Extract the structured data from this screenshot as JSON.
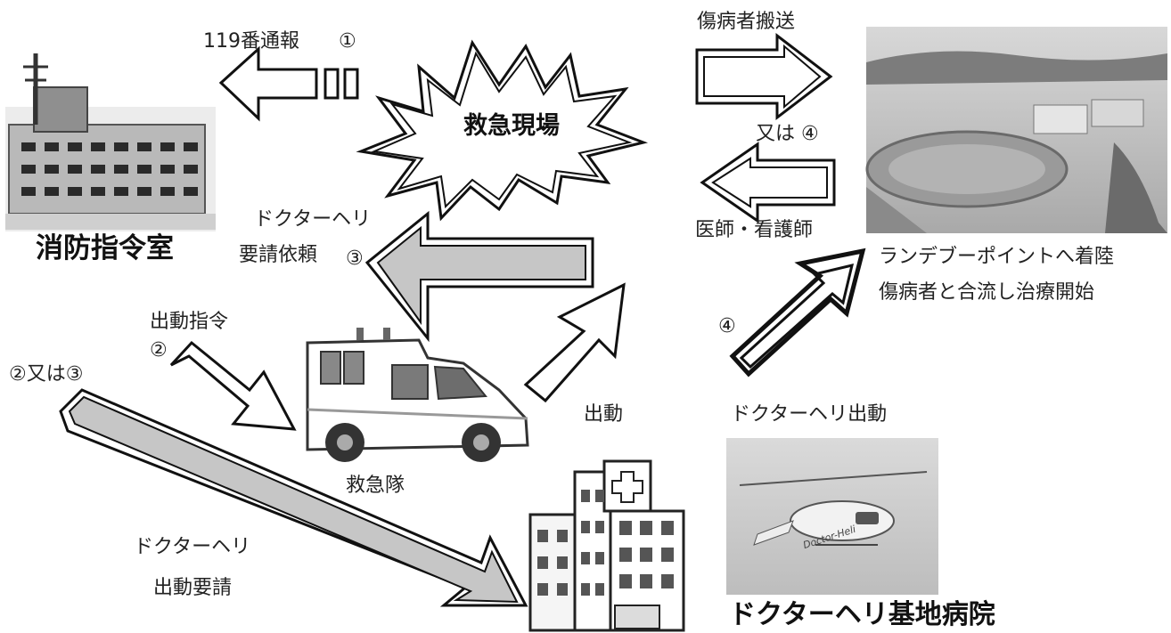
{
  "diagram": {
    "labels": {
      "call_119": "119番通報",
      "step1": "①",
      "transport": "傷病者搬送",
      "or4": "又は ④",
      "doctor_nurse": "医師・看護師",
      "rendezvous_line1": "ランデブーポイントへ着陸",
      "rendezvous_line2": "傷病者と合流し治療開始",
      "request_line1": "ドクターヘリ",
      "request_line2": "要請依頼",
      "step3": "③",
      "dispatch_order": "出動指令",
      "step2": "②",
      "step2or3": "②又は③",
      "step4": "④",
      "dispatch": "出動",
      "heli_dispatch": "ドクターヘリ出動",
      "ambulance_team": "救急隊",
      "heli_request_line1": "ドクターヘリ",
      "heli_request_line2": "出動要請",
      "scene": "救急現場",
      "command_room": "消防指令室",
      "base_hospital": "ドクターヘリ基地病院",
      "hospital_sign": "Doctor-Heli"
    }
  }
}
